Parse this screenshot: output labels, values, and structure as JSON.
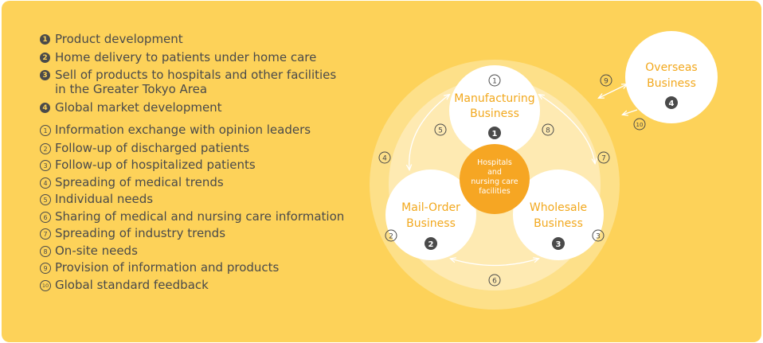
{
  "legend_businesses": [
    {
      "num": "1",
      "text": "Product development"
    },
    {
      "num": "2",
      "text": "Home delivery to patients under home care"
    },
    {
      "num": "3",
      "text": "Sell of products to hospitals and other facilities",
      "text2": "in the Greater Tokyo Area"
    },
    {
      "num": "4",
      "text": "Global market development"
    }
  ],
  "legend_flows": [
    {
      "num": "1",
      "text": "Information exchange with opinion leaders"
    },
    {
      "num": "2",
      "text": "Follow-up of discharged patients"
    },
    {
      "num": "3",
      "text": "Follow-up of hospitalized patients"
    },
    {
      "num": "4",
      "text": "Spreading of medical trends"
    },
    {
      "num": "5",
      "text": "Individual needs"
    },
    {
      "num": "6",
      "text": "Sharing of medical and nursing care information"
    },
    {
      "num": "7",
      "text": "Spreading of industry trends"
    },
    {
      "num": "8",
      "text": "On-site needs"
    },
    {
      "num": "9",
      "text": "Provision of information and products"
    },
    {
      "num": "10",
      "text": "Global standard feedback"
    }
  ],
  "diagram": {
    "center": {
      "line1": "Hospitals",
      "line2": "and",
      "line3": "nursing care",
      "line4": "facilities"
    },
    "manufacturing": {
      "line1": "Manufacturing",
      "line2": "Business",
      "top_num": "1",
      "badge": "1"
    },
    "mail_order": {
      "line1": "Mail-Order",
      "line2": "Business",
      "badge": "2"
    },
    "wholesale": {
      "line1": "Wholesale",
      "line2": "Business",
      "badge": "3"
    },
    "overseas": {
      "line1": "Overseas",
      "line2": "Business",
      "badge": "4"
    },
    "flow_labels": {
      "f2": "2",
      "f3": "3",
      "f4": "4",
      "f5": "5",
      "f6": "6",
      "f7": "7",
      "f8": "8",
      "f9": "9",
      "f10": "10"
    }
  },
  "colors": {
    "background": "#fdd259",
    "outer_ring": "#fde089",
    "inner_ring": "#feeab2",
    "circle": "#ffffff",
    "center": "#f6a623",
    "label": "#f2a81d",
    "text_dark": "#4a4a4a"
  }
}
